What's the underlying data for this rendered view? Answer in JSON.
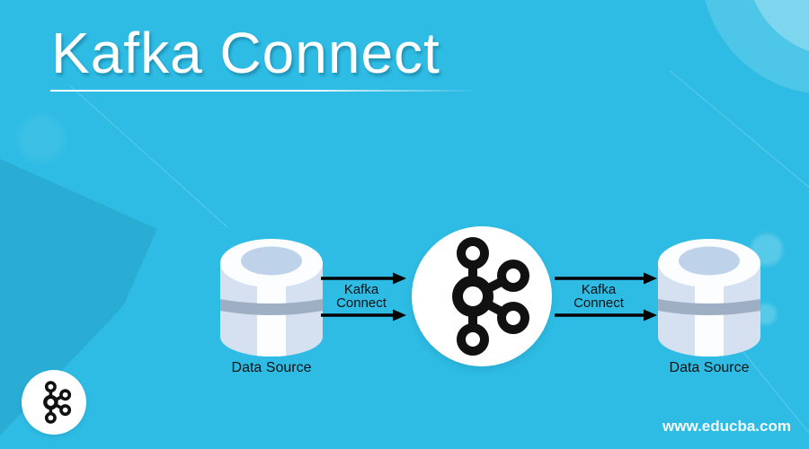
{
  "header": {
    "title": "Kafka Connect"
  },
  "diagram": {
    "left_source": {
      "label": "Data Source",
      "icon": "database-icon"
    },
    "left_connection": {
      "line1": "Kafka",
      "line2": "Connect"
    },
    "hub": {
      "icon": "kafka-logo-icon"
    },
    "right_connection": {
      "line1": "Kafka",
      "line2": "Connect"
    },
    "right_source": {
      "label": "Data Source",
      "icon": "database-icon"
    }
  },
  "footer": {
    "badge_icon": "kafka-logo-icon",
    "website": "www.educba.com"
  },
  "colors": {
    "background": "#2EBCE4",
    "background_dark_shape": "#2AAFD6",
    "corner_circle_light": "#8CE2F7",
    "title_text": "#FFFFFF",
    "diagram_text": "#111111",
    "arrow": "#000000",
    "hub_background": "#FFFFFF",
    "kafka_logo": "#111111",
    "cylinder_top": "#FCFDFE",
    "cylinder_inner_ellipse": "#BED3EA",
    "cylinder_body": "#D5E1F1",
    "cylinder_stripe": "#FBFDFF",
    "cylinder_band": "#9FAFC3"
  }
}
